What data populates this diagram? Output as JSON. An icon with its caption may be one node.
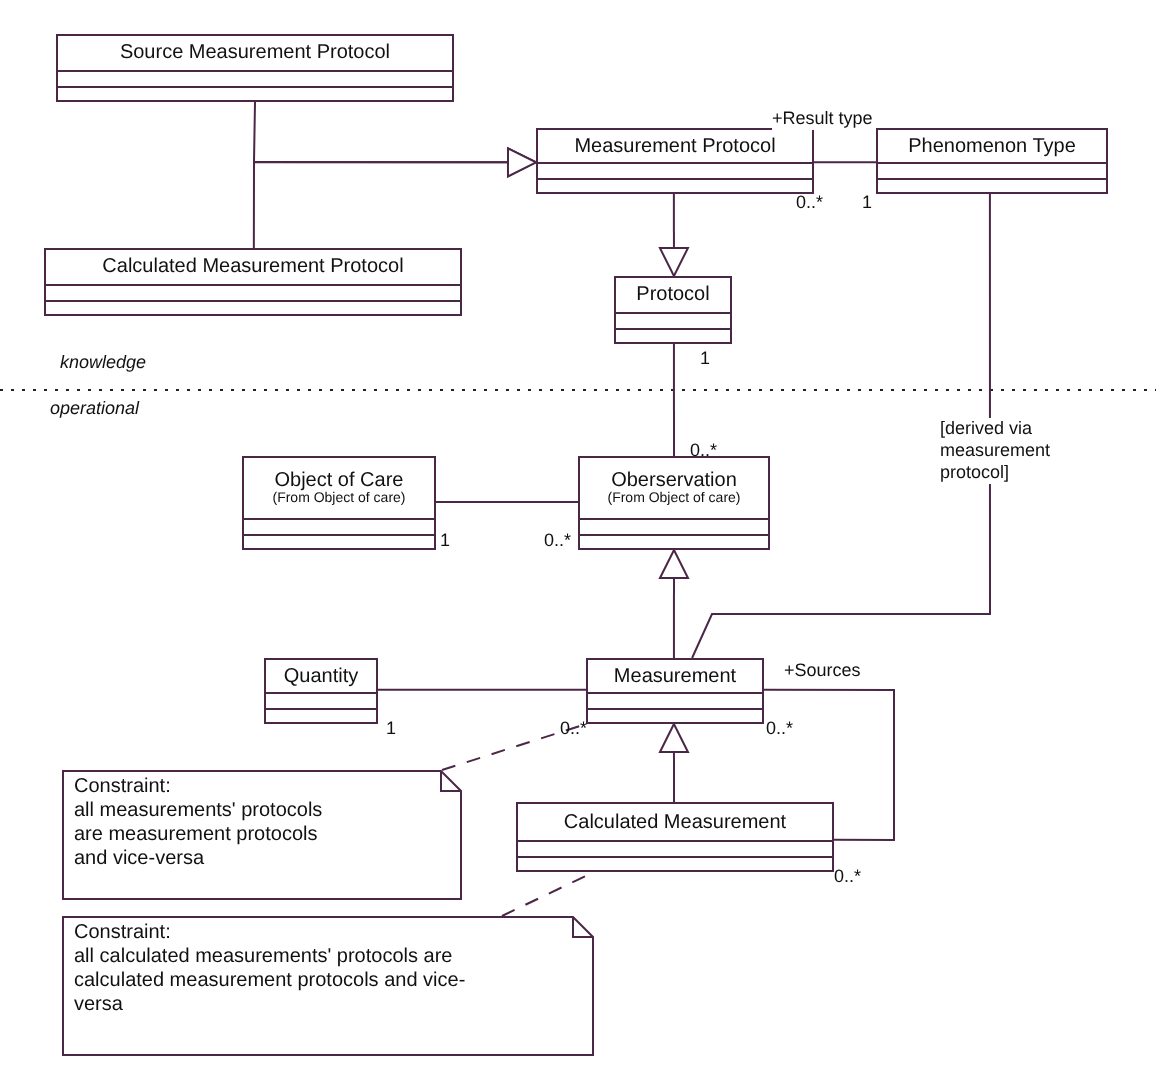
{
  "diagram": {
    "nodes": [
      {
        "text": [
          "Source Measurement Protocol"
        ]
      },
      {
        "text": [
          "Measurement Protocol"
        ]
      },
      {
        "text": [
          "Phenomenon Type"
        ]
      },
      {
        "text": [
          "Calculated Measurement Protocol"
        ]
      },
      {
        "text": [
          "Protocol"
        ]
      },
      {
        "text": [
          "Object of Care",
          "(From Object of care)"
        ]
      },
      {
        "text": [
          "Oberservation",
          "(From Object of care)"
        ]
      },
      {
        "text": [
          "Quantity"
        ]
      },
      {
        "text": [
          "Measurement"
        ]
      },
      {
        "text": [
          "Constraint:",
          "all measurements' protocols are measurement protocols and vice-versa"
        ]
      },
      {
        "text": [
          "Calculated Measurement"
        ]
      },
      {
        "text": [
          "Constraint:",
          "all calculated measurements' protocols are calculated measurement protocols and vice-versa"
        ]
      }
    ],
    "edges": [
      {
        "from": 0,
        "to": 1,
        "arrow": "to"
      },
      {
        "from": 3,
        "to": 1,
        "arrow": "to"
      },
      {
        "from": 1,
        "to": 2,
        "arrow": "none",
        "label": "+Result type"
      },
      {
        "from": 1,
        "to": 4,
        "arrow": "to"
      },
      {
        "from": 4,
        "to": 6,
        "arrow": "none"
      },
      {
        "from": 5,
        "to": 6,
        "arrow": "none"
      },
      {
        "from": 8,
        "to": 6,
        "arrow": "to"
      },
      {
        "from": 2,
        "to": 8,
        "arrow": "none",
        "label": "[derived via measurement protocol]"
      },
      {
        "from": 7,
        "to": 8,
        "arrow": "none"
      },
      {
        "from": 10,
        "to": 8,
        "arrow": "to"
      },
      {
        "from": 8,
        "to": 10,
        "arrow": "none",
        "label": "+Sources"
      },
      {
        "from": 9,
        "to": 8,
        "arrow": "none",
        "style": "dashed"
      },
      {
        "from": 11,
        "to": 10,
        "arrow": "none",
        "style": "dashed"
      }
    ],
    "labels": [
      "0..*",
      "1",
      "1",
      "knowledge",
      "operational",
      "0..*",
      "1",
      "0..*",
      "1",
      "0..*",
      "0..*",
      "0..*"
    ]
  }
}
